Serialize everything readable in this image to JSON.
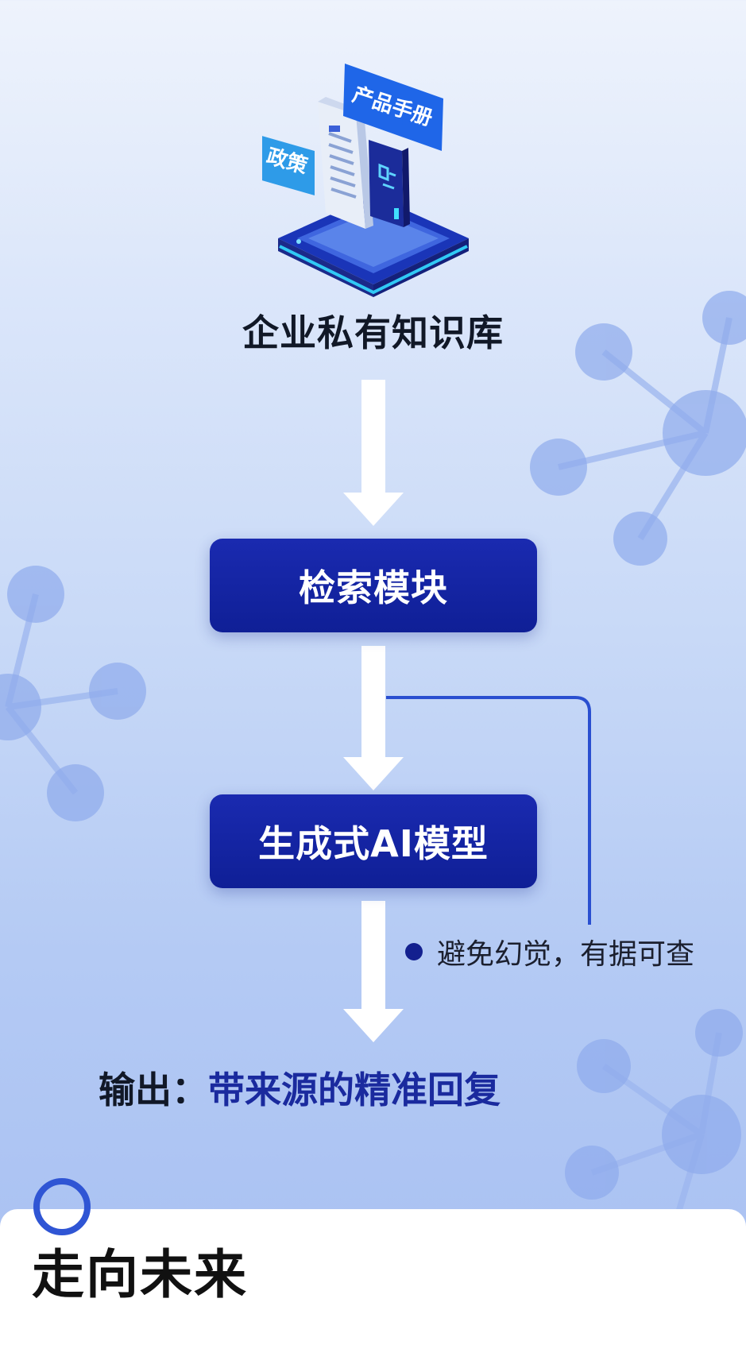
{
  "knowledge_base": {
    "title": "企业私有知识库",
    "tags": {
      "policy": "政策",
      "manual": "产品手册"
    }
  },
  "flow": {
    "retrieval_module": "检索模块",
    "generative_model": "生成式AI模型",
    "note": "避免幻觉，有据可查",
    "output_label": "输出：",
    "output_value": "带来源的精准回复"
  },
  "footer": {
    "heading": "走向未来"
  },
  "colors": {
    "box_fill": "#13208f",
    "connector": "#2a4fd0",
    "ring": "#2f55d4",
    "output_accent": "#1a2a9e"
  },
  "icons": {
    "kb_illustration": "document-stack-platform-icon",
    "molecule": "molecule-network-decoration",
    "arrow": "arrow-down-icon"
  }
}
